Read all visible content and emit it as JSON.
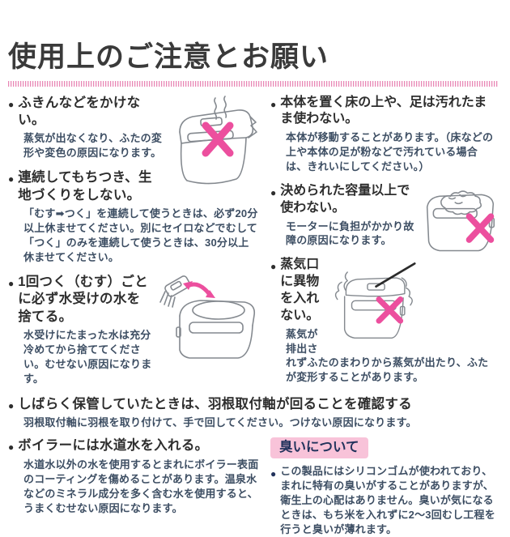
{
  "title": "使用上のご注意とお願い",
  "bullet": "●",
  "left": [
    {
      "heading": "ふきんなどをかけない。",
      "body": "蒸気が出なくなり、ふたの変形や変色の原因になります。"
    },
    {
      "heading": "連続してもちつき、生地づくりをしない。",
      "body": "「むす➡つく」を連続して使うときは、必ず20分以上休ませてください。別にセイロなどでむして「つく」のみを連続して使うときは、30分以上休ませてください。"
    },
    {
      "heading": "1回つく（むす）ごとに必ず水受けの水を捨てる。",
      "body": "水受けにたまった水は充分冷めてから捨ててください。むせない原因になります。"
    }
  ],
  "right": [
    {
      "heading": "本体を置く床の上や、足は汚れたまま使わない。",
      "body": "本体が移動することがあります。（床などの上や本体の足が粉などで汚れている場合は、きれいにしてください。）"
    },
    {
      "heading": "決められた容量以上で使わない。",
      "body": "モーターに負担がかかり故障の原因になります。"
    },
    {
      "heading": "蒸気口に異物を入れない。",
      "body": "蒸気が排出されずふたのまわりから蒸気が出たり、ふたが変形することがあります。"
    }
  ],
  "storage": {
    "heading": "しばらく保管していたときは、羽根取付軸が回ることを確認する",
    "body": "羽根取付軸に羽根を取り付けて、手で回してください。つけない原因になります。"
  },
  "boiler": {
    "heading": "ボイラーには水道水を入れる。",
    "body": "水道水以外の水を使用するとまれにボイラー表面のコーティングを傷めることがあります。温泉水などのミネラル成分を多く含む水を使用すると、うまくむせない原因になります。"
  },
  "odor": {
    "badge": "臭いについて",
    "body": "この製品にはシリコンゴムが使われており、まれに特有の臭いがすることがありますが、衛生上の心配はありません。臭いが気になるときは、もち米を入れずに2～3回むし工程を行うと臭いが薄れます。"
  },
  "illustrations": {
    "covered_machine": "machine-covered-with-cloth-steam-prohibited",
    "drain_tray": "machine-drip-tray-water-discard",
    "overfilled_machine": "machine-overfilled-prohibited",
    "steam_vent": "machine-steam-vent-foreign-object-prohibited"
  },
  "colors": {
    "accent_pink": "#ec4f9e",
    "badge_background": "#f8c3d9",
    "heading_text": "#2e2e2e",
    "body_text": "#3d4e63",
    "line_art": "#84898f"
  }
}
